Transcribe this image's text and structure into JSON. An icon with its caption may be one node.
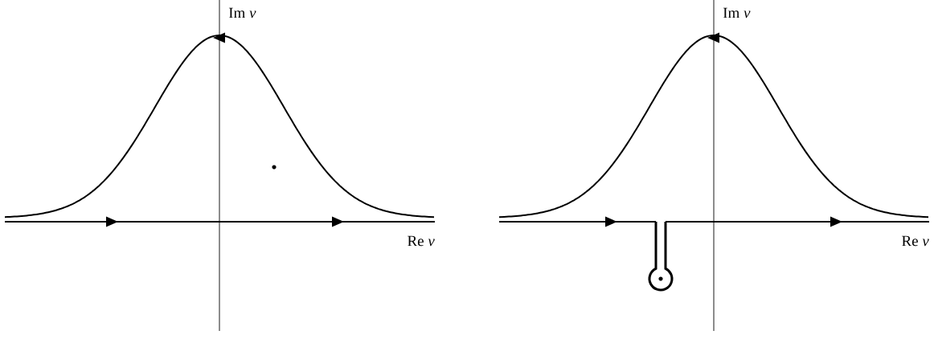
{
  "diagram": {
    "labels": [
      "Im *v*",
      "Re *v*",
      "Im *v*",
      "Re *v*"
    ]
  }
}
